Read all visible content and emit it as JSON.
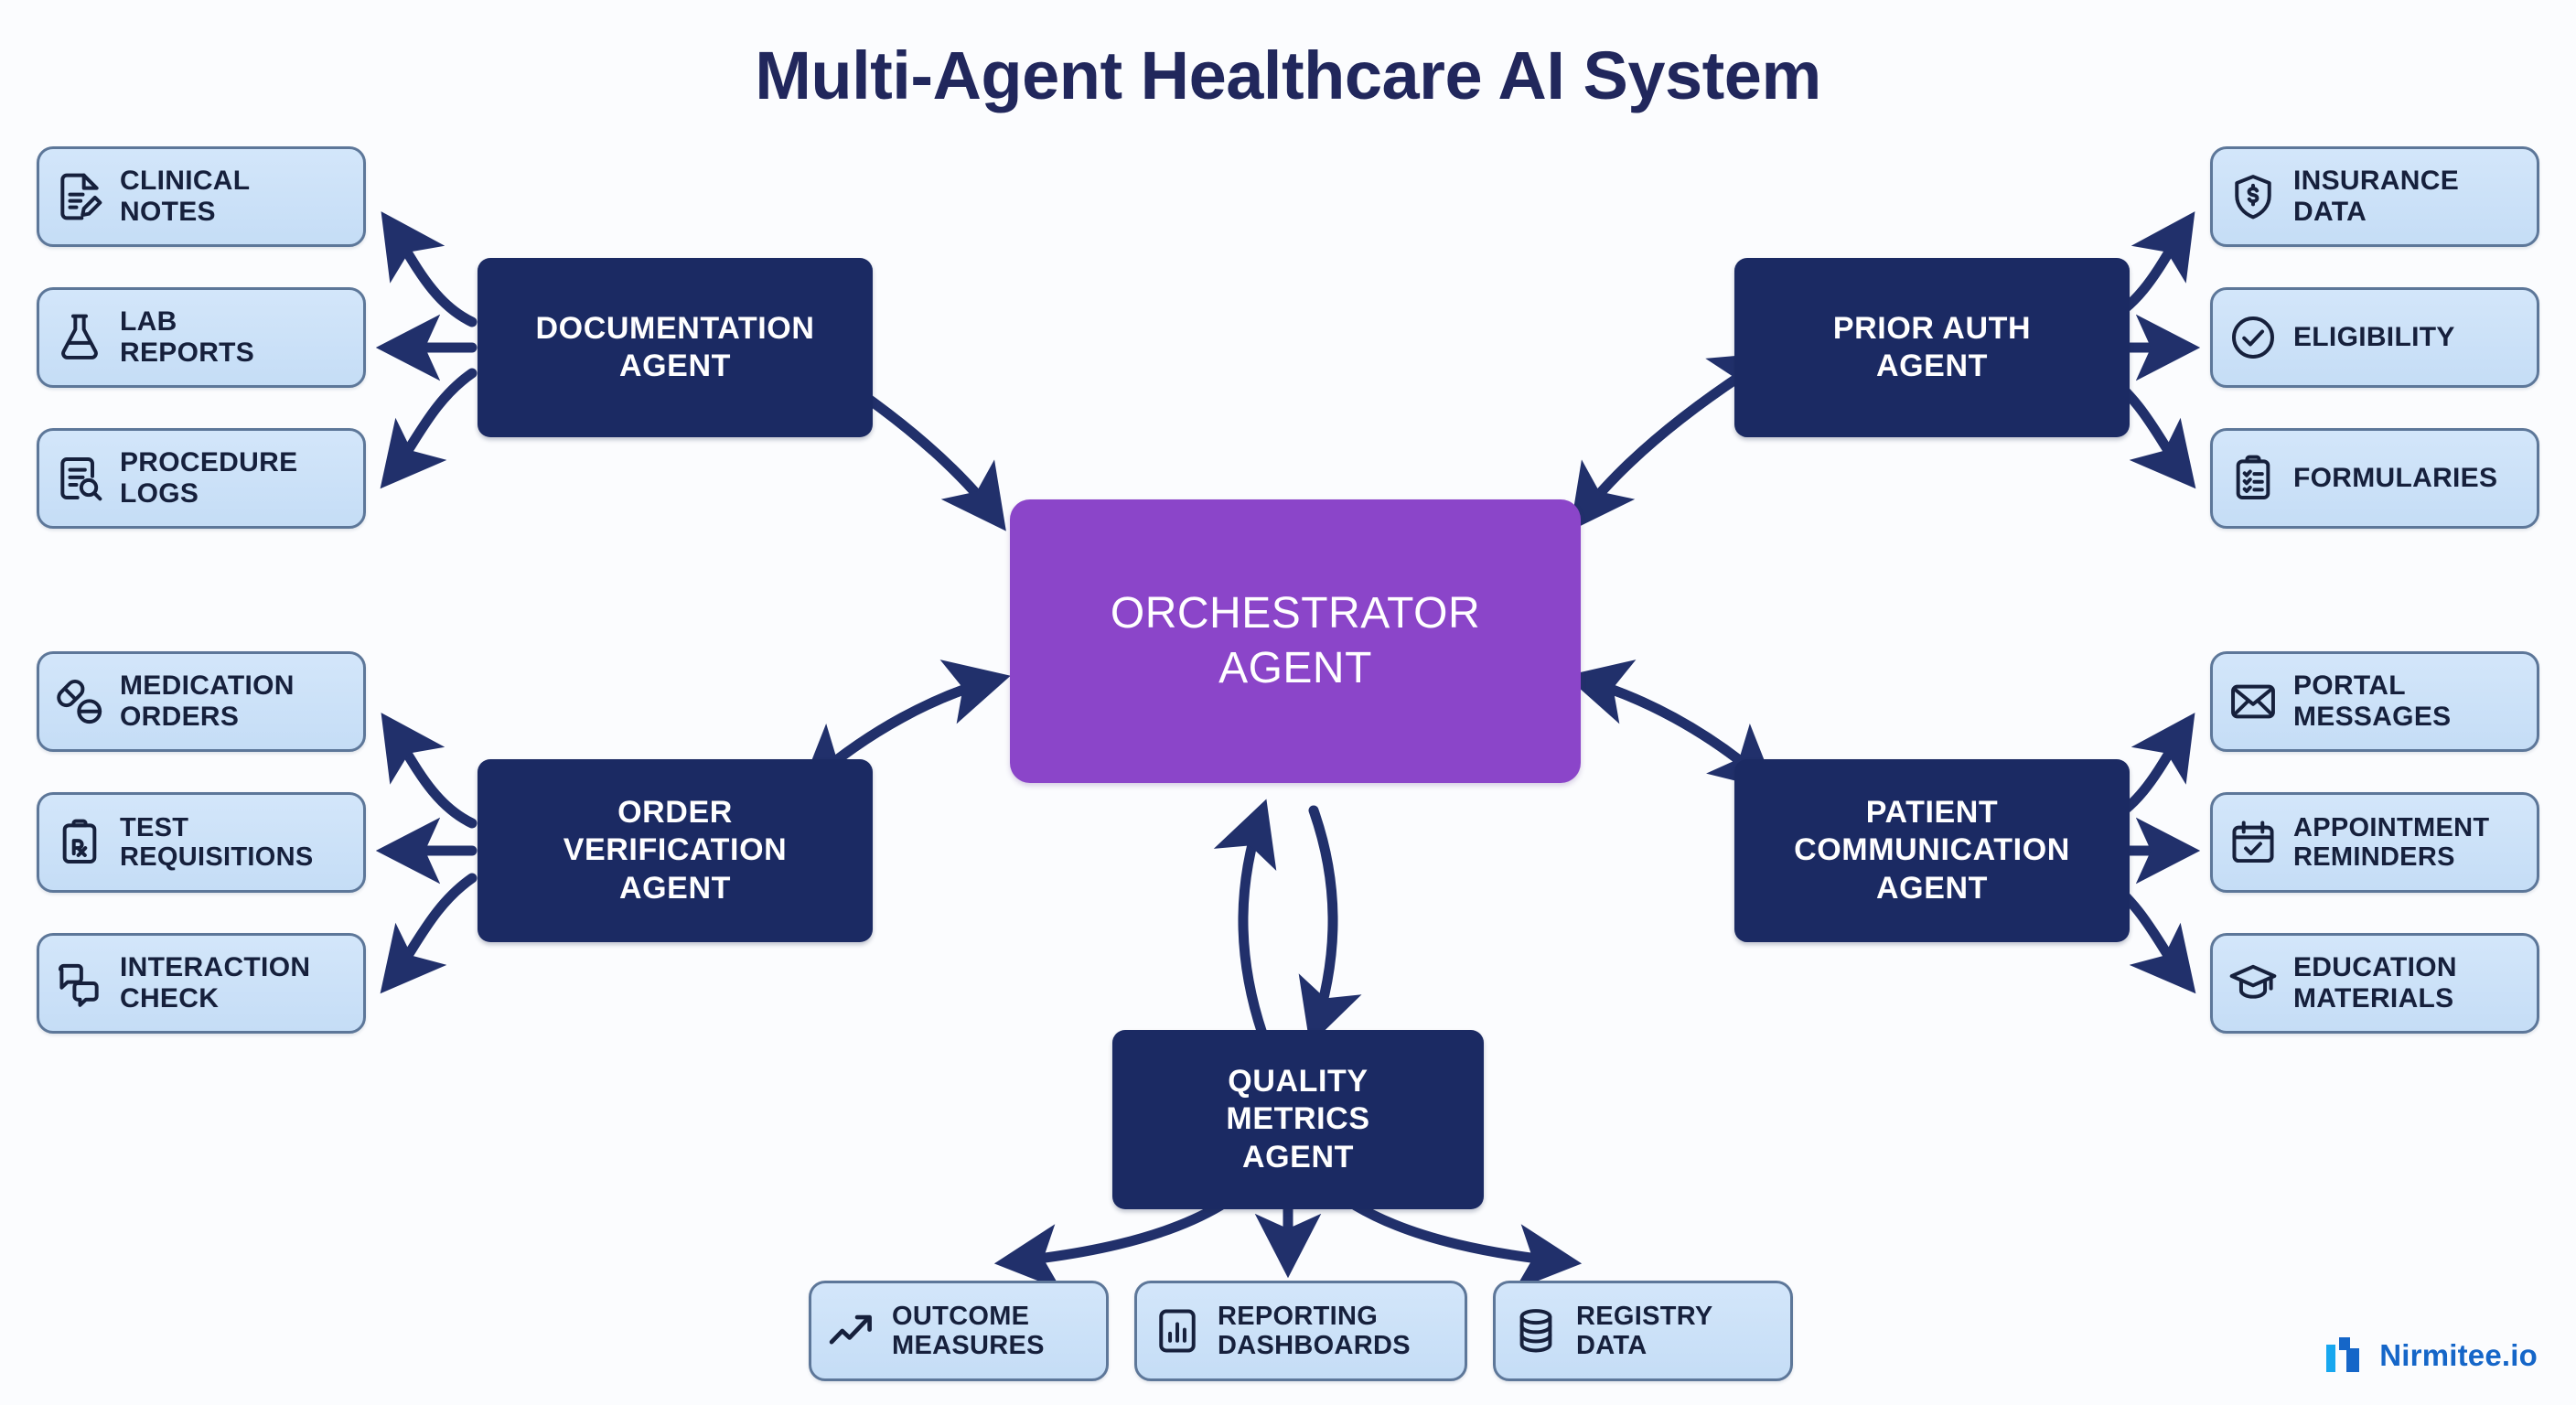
{
  "diagram": {
    "title": "Multi-Agent Healthcare AI System",
    "colors": {
      "background": "#fbfcfe",
      "title_text": "#21275c",
      "agent_fill": "#1b2a63",
      "agent_text": "#ffffff",
      "orchestrator_fill": "#8b45c9",
      "orchestrator_text": "#ffffff",
      "leaf_fill": "#cfe3f9",
      "leaf_border": "#5d7799",
      "leaf_text": "#16203c",
      "arrow": "#21306b",
      "brand_blue": "#1566c8",
      "brand_cyan": "#17a7ef"
    },
    "hub": {
      "name": "orchestrator-agent",
      "label": "ORCHESTRATOR\nAGENT",
      "line1": "ORCHESTRATOR",
      "line2": "AGENT"
    },
    "agents": [
      {
        "id": "documentation-agent",
        "label": "DOCUMENTATION AGENT",
        "lines": [
          "DOCUMENTATION",
          "AGENT"
        ],
        "position": "top-left",
        "leaves": [
          {
            "id": "clinical-notes",
            "label": "CLINICAL NOTES",
            "lines": [
              "CLINICAL",
              "NOTES"
            ],
            "icon": "document-pencil-icon"
          },
          {
            "id": "lab-reports",
            "label": "LAB REPORTS",
            "lines": [
              "LAB",
              "REPORTS"
            ],
            "icon": "flask-icon"
          },
          {
            "id": "procedure-logs",
            "label": "PROCEDURE LOGS",
            "lines": [
              "PROCEDURE",
              "LOGS"
            ],
            "icon": "document-search-icon"
          }
        ]
      },
      {
        "id": "prior-auth-agent",
        "label": "PRIOR AUTH AGENT",
        "lines": [
          "PRIOR AUTH",
          "AGENT"
        ],
        "position": "top-right",
        "leaves": [
          {
            "id": "insurance-data",
            "label": "INSURANCE DATA",
            "lines": [
              "INSURANCE",
              "DATA"
            ],
            "icon": "shield-dollar-icon"
          },
          {
            "id": "eligibility",
            "label": "ELIGIBILITY",
            "lines": [
              "ELIGIBILITY"
            ],
            "icon": "check-circle-icon"
          },
          {
            "id": "formularies",
            "label": "FORMULARIES",
            "lines": [
              "FORMULARIES"
            ],
            "icon": "clipboard-checklist-icon"
          }
        ]
      },
      {
        "id": "order-verification-agent",
        "label": "ORDER VERIFICATION AGENT",
        "lines": [
          "ORDER",
          "VERIFICATION",
          "AGENT"
        ],
        "position": "bottom-left",
        "leaves": [
          {
            "id": "medication-orders",
            "label": "MEDICATION ORDERS",
            "lines": [
              "MEDICATION",
              "ORDERS"
            ],
            "icon": "pills-icon"
          },
          {
            "id": "test-requisitions",
            "label": "TEST REQUISITIONS",
            "lines": [
              "TEST",
              "REQUISITIONS"
            ],
            "icon": "rx-clipboard-icon"
          },
          {
            "id": "interaction-check",
            "label": "INTERACTION CHECK",
            "lines": [
              "INTERACTION",
              "CHECK"
            ],
            "icon": "chat-bubbles-icon"
          }
        ]
      },
      {
        "id": "patient-communication-agent",
        "label": "PATIENT COMMUNICATION AGENT",
        "lines": [
          "PATIENT",
          "COMMUNICATION",
          "AGENT"
        ],
        "position": "bottom-right",
        "leaves": [
          {
            "id": "portal-messages",
            "label": "PORTAL MESSAGES",
            "lines": [
              "PORTAL",
              "MESSAGES"
            ],
            "icon": "envelope-icon"
          },
          {
            "id": "appointment-reminders",
            "label": "APPOINTMENT REMINDERS",
            "lines": [
              "APPOINTMENT",
              "REMINDERS"
            ],
            "icon": "calendar-check-icon"
          },
          {
            "id": "education-materials",
            "label": "EDUCATION MATERIALS",
            "lines": [
              "EDUCATION",
              "MATERIALS"
            ],
            "icon": "graduation-cap-icon"
          }
        ]
      },
      {
        "id": "quality-metrics-agent",
        "label": "QUALITY METRICS AGENT",
        "lines": [
          "QUALITY",
          "METRICS",
          "AGENT"
        ],
        "position": "bottom-center",
        "leaves": [
          {
            "id": "outcome-measures",
            "label": "OUTCOME MEASURES",
            "lines": [
              "OUTCOME",
              "MEASURES"
            ],
            "icon": "trend-up-icon"
          },
          {
            "id": "reporting-dashboards",
            "label": "REPORTING DASHBOARDS",
            "lines": [
              "REPORTING",
              "DASHBOARDS"
            ],
            "icon": "bar-chart-icon"
          },
          {
            "id": "registry-data",
            "label": "REGISTRY DATA",
            "lines": [
              "REGISTRY",
              "DATA"
            ],
            "icon": "database-icon"
          }
        ]
      }
    ]
  },
  "brand": {
    "name": "Nirmitee.io",
    "logo_icon": "nirmitee-logo-icon"
  }
}
